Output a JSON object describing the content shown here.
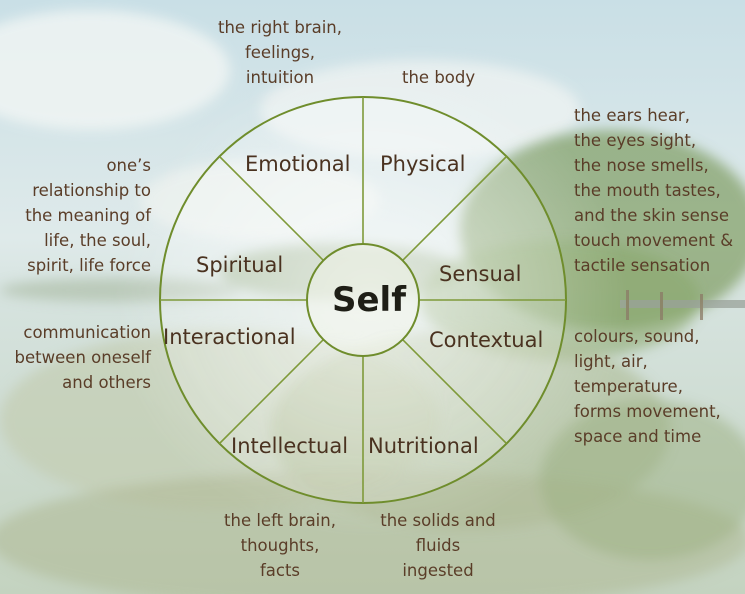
{
  "center": "Self",
  "segments": {
    "emotional": "Emotional",
    "physical": "Physical",
    "sensual": "Sensual",
    "contextual": "Contextual",
    "nutritional": "Nutritional",
    "intellectual": "Intellectual",
    "interactional": "Interactional",
    "spiritual": "Spiritual"
  },
  "descriptions": {
    "emotional": [
      "the right brain,",
      "feelings,",
      "intuition"
    ],
    "physical": [
      "the body"
    ],
    "sensual": [
      "the ears hear,",
      "the eyes sight,",
      "the nose smells,",
      "the mouth tastes,",
      "and the skin sense",
      "touch movement &",
      "tactile sensation"
    ],
    "contextual": [
      "colours, sound,",
      "light, air,",
      "temperature,",
      "forms movement,",
      "space and time"
    ],
    "nutritional": [
      "the solids and",
      "fluids",
      "ingested"
    ],
    "intellectual": [
      "the left brain,",
      "thoughts,",
      "facts"
    ],
    "interactional": [
      "communication",
      "between oneself",
      "and others"
    ],
    "spiritual": [
      "one’s",
      "relationship to",
      "the meaning of",
      "life, the soul,",
      "spirit, life force"
    ]
  },
  "colors": {
    "wheel_line": "#6f8d2c",
    "label_text": "#4a3220",
    "description_text": "#5a3d28"
  }
}
